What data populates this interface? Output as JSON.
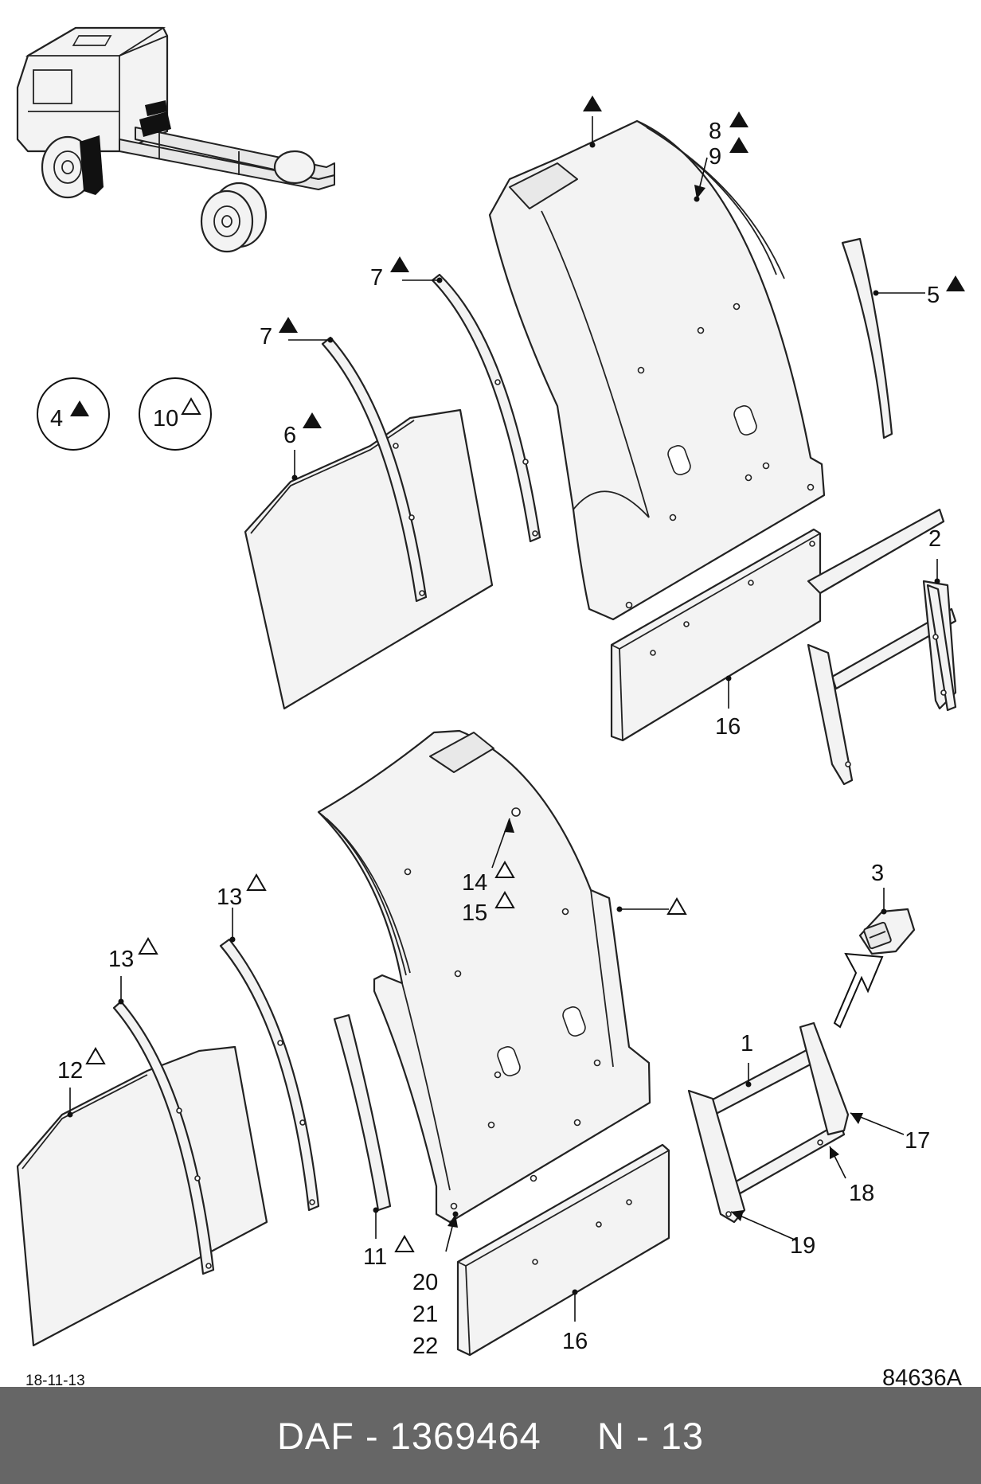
{
  "footer": {
    "text": "DAF - 1369464     N - 13",
    "background": "#666666",
    "color": "#ffffff"
  },
  "meta": {
    "date": "18-11-13",
    "drawing_number": "84636A"
  },
  "symbols": {
    "filled_triangle": "filled-triangle-icon",
    "open_triangle": "open-triangle-icon"
  },
  "callouts": {
    "c1": "1",
    "c2": "2",
    "c3": "3",
    "c4": "4",
    "c5": "5",
    "c6": "6",
    "c7a": "7",
    "c7b": "7",
    "c8": "8",
    "c9": "9",
    "c10": "10",
    "c11": "11",
    "c12": "12",
    "c13a": "13",
    "c13b": "13",
    "c14": "14",
    "c15": "15",
    "c16a": "16",
    "c16b": "16",
    "c17": "17",
    "c18": "18",
    "c19": "19",
    "c20": "20",
    "c21": "21",
    "c22": "22"
  }
}
